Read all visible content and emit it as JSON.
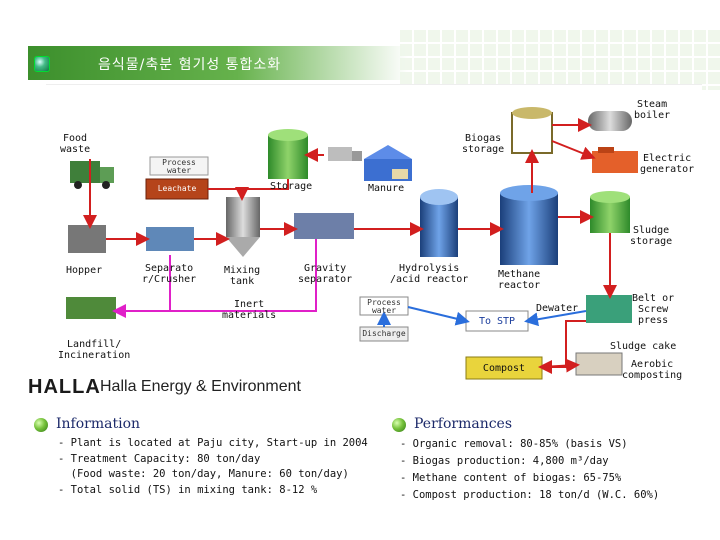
{
  "header": {
    "title": "음식물/축분 혐기성 통합소화"
  },
  "colors": {
    "green": "#3c8f2c",
    "red_arrow": "#d21f1f",
    "pink_arrow": "#e020c8",
    "blue_arrow": "#2a6edc",
    "leachate_box": "#b5441a"
  },
  "diagram": {
    "food_waste": "Food\nwaste",
    "process_water_top": "Process\nwater",
    "leachate": "Leachate",
    "storage": "Storage",
    "manure": "Manure",
    "biogas_storage": "Biogas\nstorage",
    "steam_boiler": "Steam\nboiler",
    "electric_generator": "Electric\ngenerator",
    "sludge_storage": "Sludge\nstorage",
    "hopper": "Hopper",
    "separator_crusher": "Separato\nr/Crusher",
    "mixing_tank": "Mixing\ntank",
    "gravity_separator": "Gravity\nseparator",
    "hydrolysis_reactor": "Hydrolysis\n/acid reactor",
    "methane_reactor": "Methane\nreactor",
    "inert_materials": "Inert\nmaterials",
    "process_water_mid": "Process\nwater",
    "discharge": "Discharge",
    "to_stp": "To STP",
    "dewater": "Dewater",
    "belt_press": "Belt or\nScrew\npress",
    "landfill": "Landfill/\nIncineration",
    "sludge_cake": "Sludge cake",
    "compost": "Compost",
    "aerobic_composting": "Aerobic\ncomposting"
  },
  "logo": {
    "word": "HALLA",
    "tagline": "Halla Energy & Environment"
  },
  "information": {
    "title": "Information",
    "items": [
      "- Plant is located at Paju city, Start-up in 2004",
      "- Treatment Capacity: 80 ton/day",
      "  (Food waste: 20 ton/day, Manure: 60 ton/day)",
      "- Total solid (TS) in mixing tank: 8-12 %"
    ]
  },
  "performances": {
    "title": "Performances",
    "items": [
      "- Organic removal: 80-85% (basis VS)",
      "- Biogas production: 4,800 m³/day",
      "- Methane content of biogas: 65-75%",
      "- Compost production: 18 ton/d (W.C. 60%)"
    ]
  }
}
